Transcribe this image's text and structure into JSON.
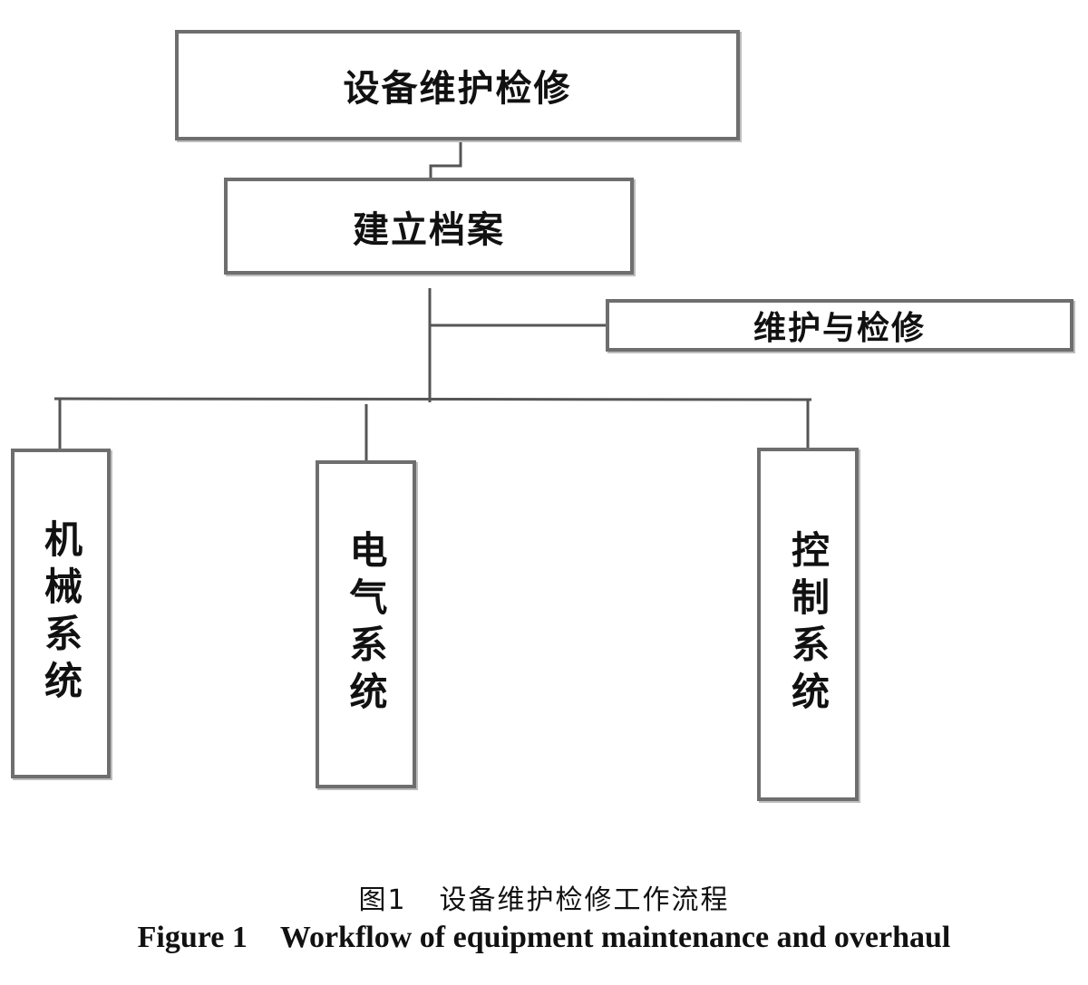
{
  "nodes": {
    "top": "设备维护检修",
    "archive": "建立档案",
    "maintenance": "维护与检修",
    "mechanical": "机械系统",
    "electrical": "电气系统",
    "control": "控制系统"
  },
  "caption": {
    "cn_label": "图1",
    "cn_title": "设备维护检修工作流程",
    "en_label": "Figure 1",
    "en_title": "Workflow of equipment maintenance and overhaul"
  }
}
